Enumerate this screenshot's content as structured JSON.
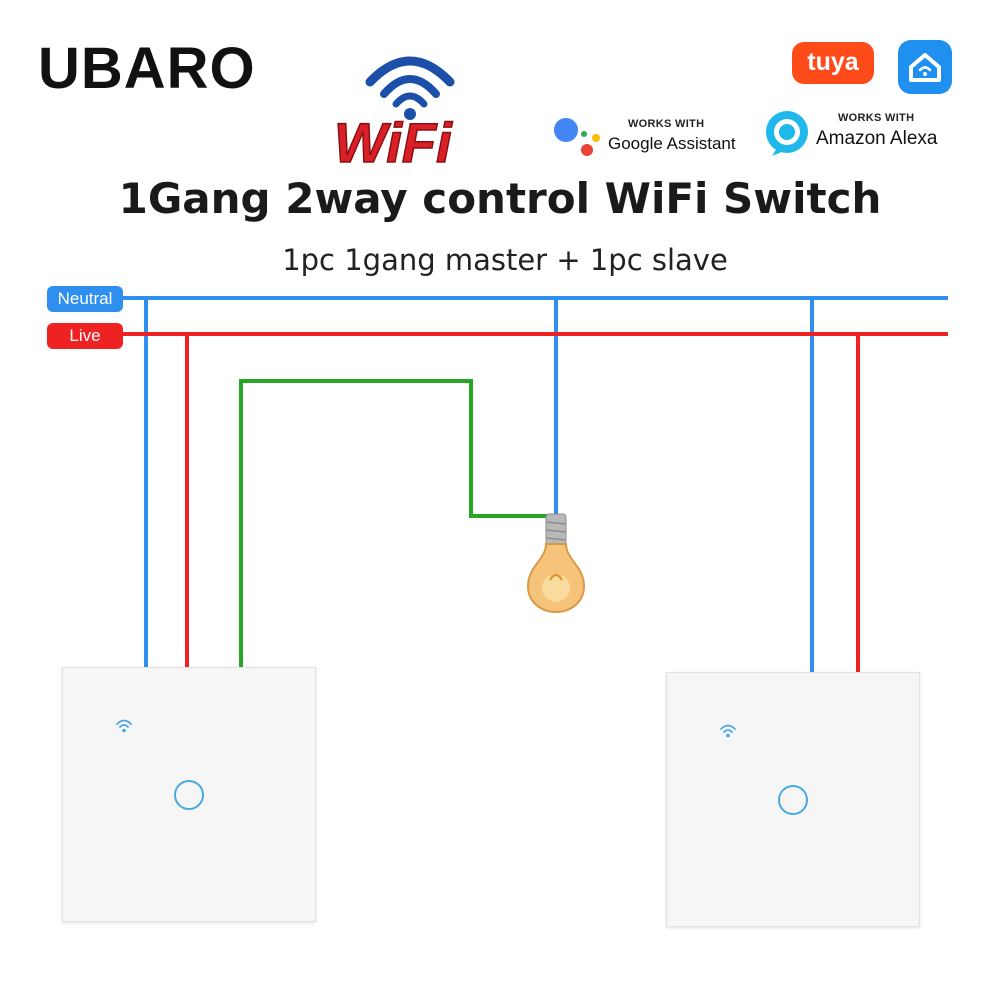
{
  "brand": "UBARO",
  "wifi_logo_text": "WiFi",
  "badges": {
    "tuya": "tuya",
    "google": {
      "small": "WORKS WITH",
      "name": "Google Assistant"
    },
    "alexa": {
      "small": "WORKS WITH",
      "name": "Amazon Alexa"
    }
  },
  "title": "1Gang 2way control WiFi Switch",
  "subtitle": "1pc 1gang master + 1pc slave",
  "wires": {
    "neutral": {
      "label": "Neutral",
      "color": "#2f8fef"
    },
    "live": {
      "label": "Live",
      "color": "#ee2222"
    },
    "switched": {
      "color": "#27a527"
    }
  },
  "colors": {
    "tuya": "#ff4a1a",
    "smart_home_app": "#1f8ff0",
    "wifi_logo_red": "#d92027",
    "wifi_logo_blue": "#1b4fa8",
    "indicator": "#4aa8e0"
  },
  "icons": {
    "wifi_logo": "wifi-logo",
    "google_assistant": "google-assistant-icon",
    "alexa": "alexa-icon",
    "smart_home_app": "home-icon",
    "bulb": "light-bulb-icon",
    "wifi_indicator": "wifi-indicator-icon"
  }
}
